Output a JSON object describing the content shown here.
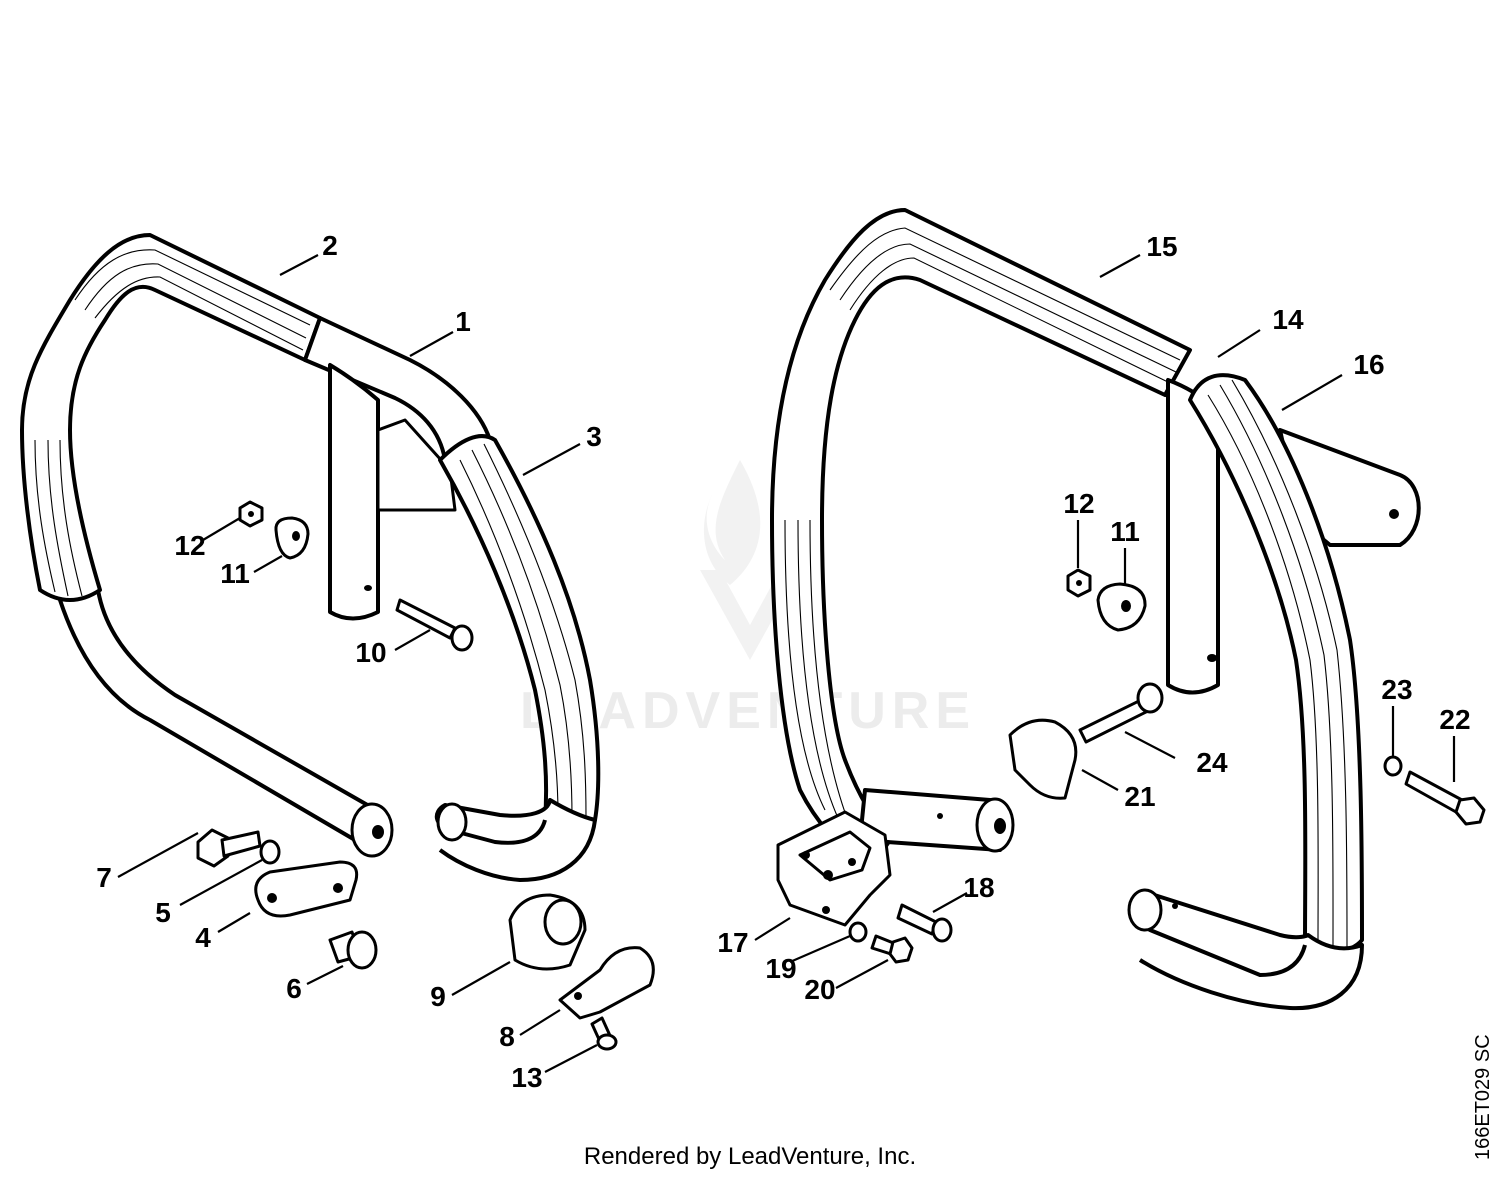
{
  "diagram": {
    "callouts": [
      "1",
      "2",
      "3",
      "4",
      "5",
      "6",
      "7",
      "8",
      "9",
      "10",
      "11",
      "12",
      "13",
      "14",
      "15",
      "16",
      "17",
      "18",
      "19",
      "20",
      "21",
      "22",
      "23",
      "24"
    ],
    "left_assembly": {
      "callouts": [
        "1",
        "2",
        "3",
        "4",
        "5",
        "6",
        "7",
        "8",
        "9",
        "10",
        "11",
        "12",
        "13"
      ]
    },
    "right_assembly": {
      "callouts": [
        "11",
        "12",
        "14",
        "15",
        "16",
        "17",
        "18",
        "19",
        "20",
        "21",
        "22",
        "23",
        "24"
      ]
    }
  },
  "watermark": {
    "text": "LEADVENTURE",
    "logo_icon": "leadventure-flame-logo-icon"
  },
  "footer": {
    "rendered_by": "Rendered by LeadVenture, Inc."
  },
  "drawing_code": "166ET029 SC"
}
